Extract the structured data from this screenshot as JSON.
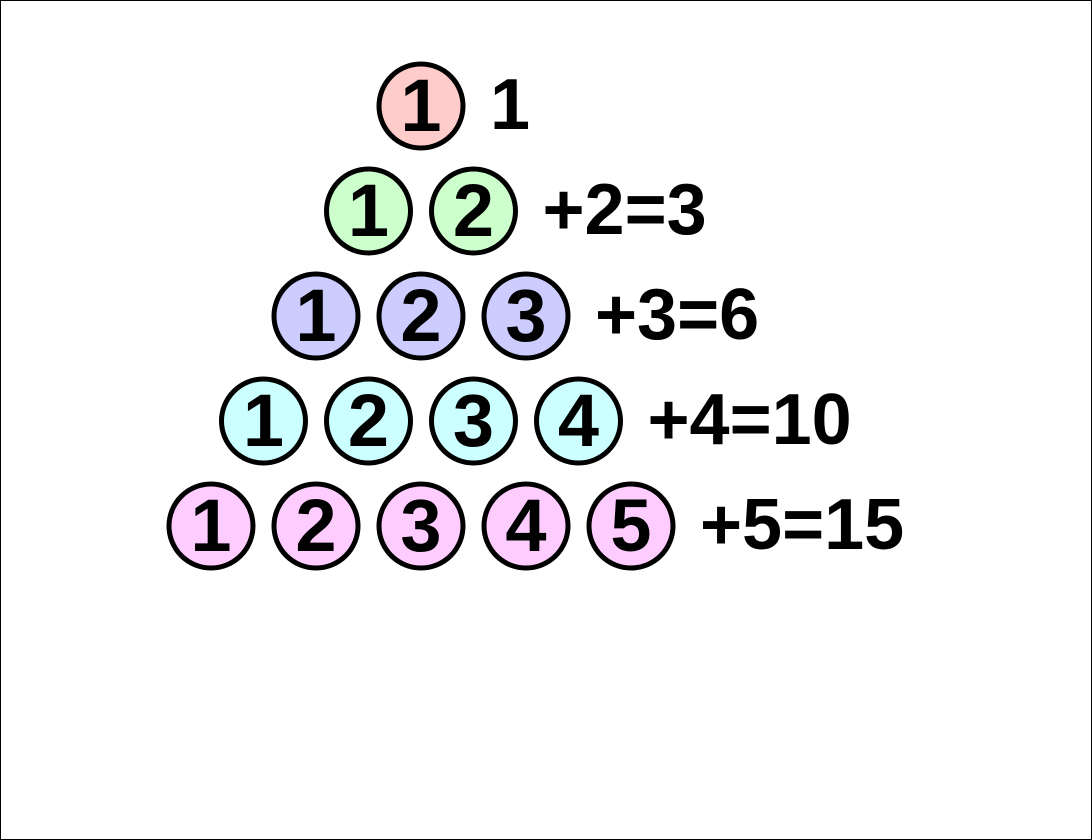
{
  "rows": [
    {
      "color": "#ffcccc",
      "balls": [
        "1"
      ],
      "label": "1"
    },
    {
      "color": "#ccffcc",
      "balls": [
        "1",
        "2"
      ],
      "label": "+2=3"
    },
    {
      "color": "#ccccff",
      "balls": [
        "1",
        "2",
        "3"
      ],
      "label": "+3=6"
    },
    {
      "color": "#ccffff",
      "balls": [
        "1",
        "2",
        "3",
        "4"
      ],
      "label": "+4=10"
    },
    {
      "color": "#ffccff",
      "balls": [
        "1",
        "2",
        "3",
        "4",
        "5"
      ],
      "label": "+5=15"
    }
  ]
}
